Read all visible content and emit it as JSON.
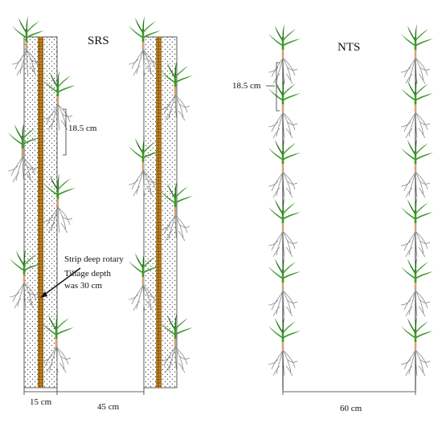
{
  "panels": {
    "srs": {
      "title": "SRS",
      "spacing_label": "18.5 cm",
      "annotation_line1": "Strip deep rotary",
      "annotation_line2": "Tillage  depth",
      "annotation_line3": "was 30 cm",
      "strip_width_label": "15 cm",
      "gap_label": "45 cm"
    },
    "nts": {
      "title": "NTS",
      "spacing_label": "18.5 cm",
      "row_width_label": "60 cm"
    }
  },
  "colors": {
    "leaf": "#3f9a2b",
    "leaf_dark": "#23701a",
    "stem_base": "#d4a373",
    "root": "#8a8a8a",
    "tilled_core": "#b07a25",
    "tilled_dots": "#555555"
  }
}
